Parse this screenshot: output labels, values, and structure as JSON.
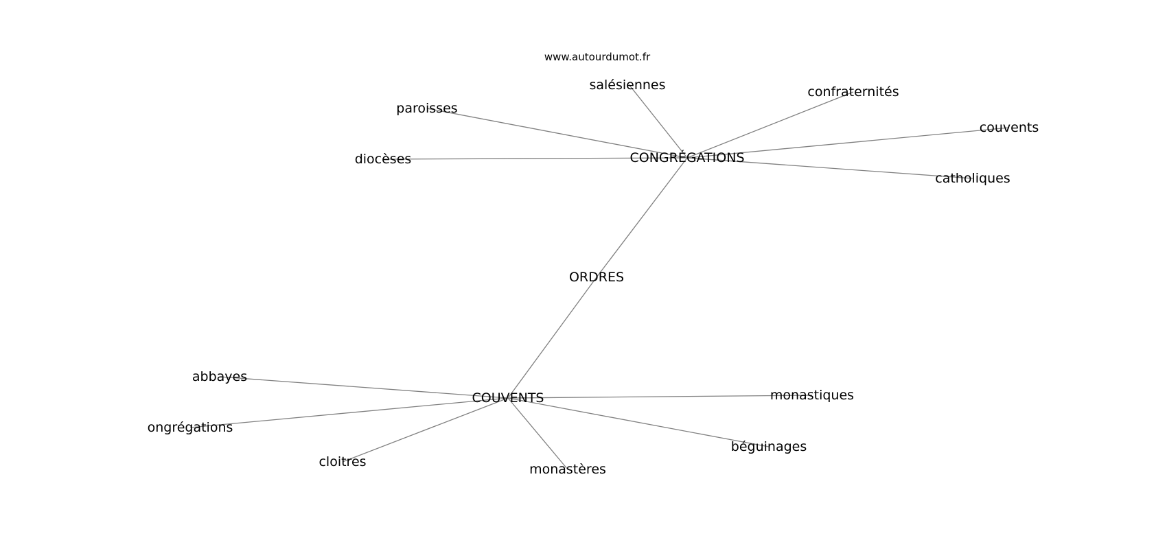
{
  "watermark": "www.autourdumot.fr",
  "graph": {
    "center": "ORDRES",
    "hubs": [
      {
        "id": "congregations",
        "label": "CONGRÉGATIONS",
        "neighbors": [
          "salésiennes",
          "confraternités",
          "paroisses",
          "couvents",
          "diocèses",
          "catholiques"
        ]
      },
      {
        "id": "couvents",
        "label": "COUVENTS",
        "neighbors": [
          "abbayes",
          "monastiques",
          "ongrégations",
          "béguinages",
          "cloitres",
          "monastères"
        ]
      }
    ]
  },
  "colors": {
    "edge": "#808080",
    "text": "#000000",
    "background": "#ffffff"
  }
}
